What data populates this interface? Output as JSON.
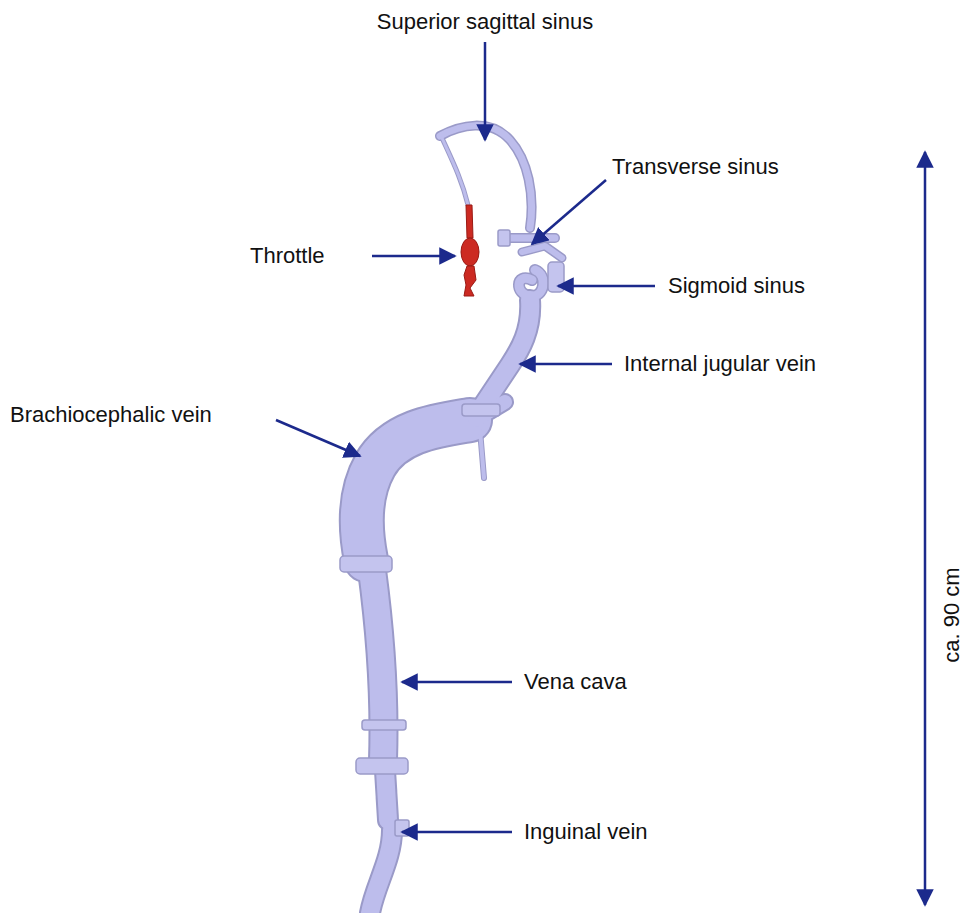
{
  "diagram": {
    "labels": [
      "Superior sagittal sinus",
      "Transverse sinus",
      "Throttle",
      "Sigmoid sinus",
      "Internal jugular vein",
      "Brachiocephalic vein",
      "Vena cava",
      "Inguinal vein",
      "ca. 90 cm"
    ]
  }
}
